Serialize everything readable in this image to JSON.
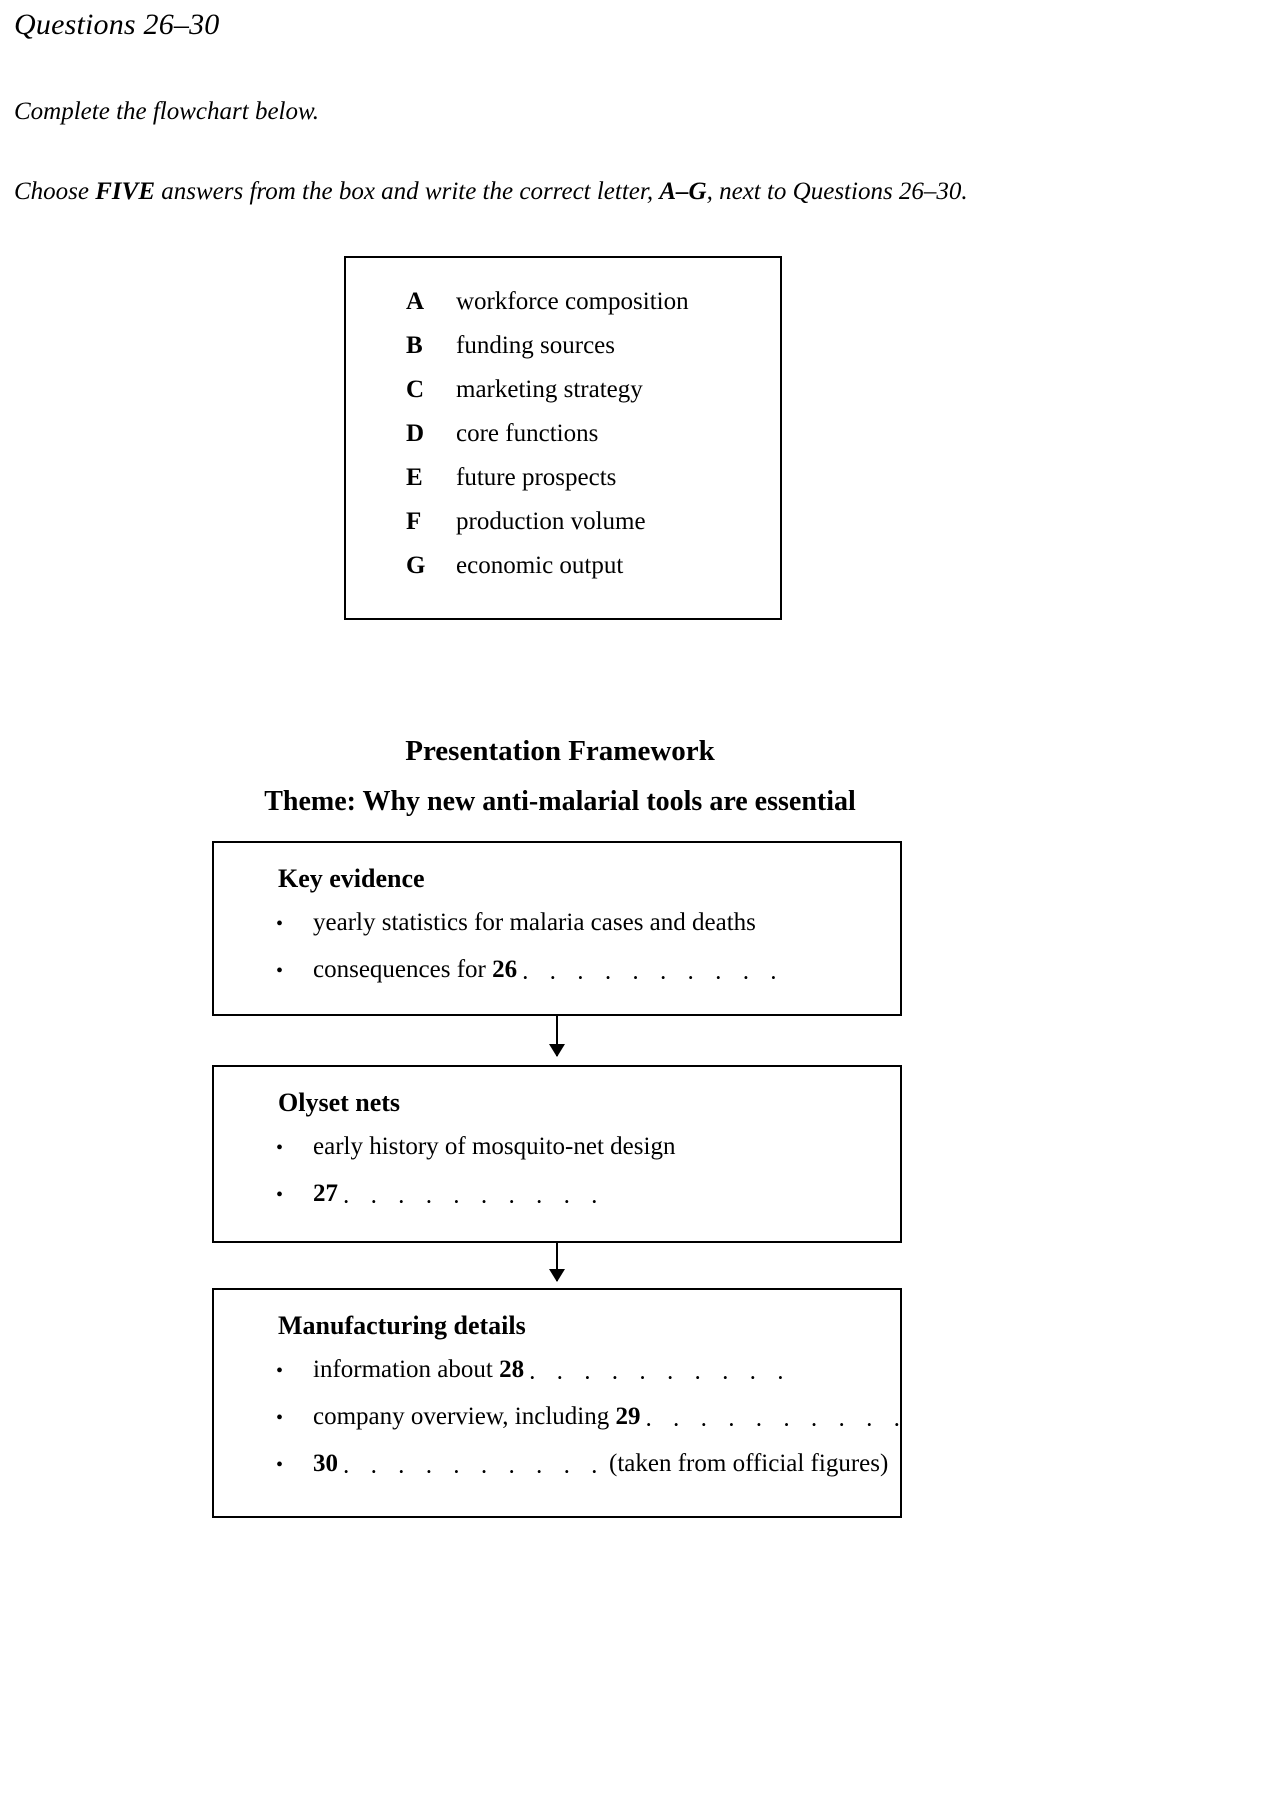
{
  "heading": "Questions 26–30",
  "instructions": {
    "line1": "Complete the flowchart below.",
    "line2_part1": "Choose ",
    "line2_bold1": "FIVE",
    "line2_part2": " answers from the box and write the correct letter, ",
    "line2_bold2": "A–G",
    "line2_part3": ", next to Questions 26–30."
  },
  "options_box": {
    "options": [
      {
        "letter": "A",
        "text": "workforce composition"
      },
      {
        "letter": "B",
        "text": "funding sources"
      },
      {
        "letter": "C",
        "text": "marketing strategy"
      },
      {
        "letter": "D",
        "text": "core functions"
      },
      {
        "letter": "E",
        "text": "future prospects"
      },
      {
        "letter": "F",
        "text": "production volume"
      },
      {
        "letter": "G",
        "text": "economic output"
      }
    ]
  },
  "flowchart": {
    "title": "Presentation Framework",
    "subtitle": "Theme: Why new anti-malarial tools are essential",
    "dots": "· · · · · · · · · ·",
    "boxes": [
      {
        "title": "Key evidence",
        "bullets": [
          {
            "pre": "yearly statistics for malaria cases and deaths",
            "number": "",
            "post": "",
            "has_blank": false
          },
          {
            "pre": "consequences for ",
            "number": "26",
            "post": "",
            "has_blank": true
          }
        ]
      },
      {
        "title": "Olyset nets",
        "bullets": [
          {
            "pre": "early history of mosquito-net design",
            "number": "",
            "post": "",
            "has_blank": false
          },
          {
            "pre": "",
            "number": "27",
            "post": "",
            "has_blank": true
          }
        ]
      },
      {
        "title": "Manufacturing details",
        "bullets": [
          {
            "pre": "information about ",
            "number": "28",
            "post": "",
            "has_blank": true
          },
          {
            "pre": "company overview, including ",
            "number": "29",
            "post": "",
            "has_blank": true
          },
          {
            "pre": "",
            "number": "30",
            "post": "(taken from official figures)",
            "has_blank": true
          }
        ]
      }
    ]
  }
}
